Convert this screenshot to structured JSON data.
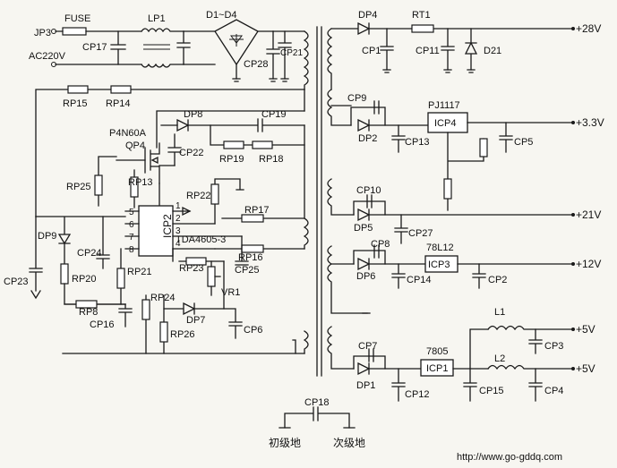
{
  "labels": {
    "fuse": "FUSE",
    "jp3": "JP3",
    "ac": "AC220V",
    "cp17": "CP17",
    "lp1": "LP1",
    "bridge": "D1~D4",
    "cp21": "CP21",
    "cp28": "CP28",
    "rp15": "RP15",
    "rp14": "RP14",
    "p4n60a": "P4N60A",
    "qp4": "QP4",
    "dp8": "DP8",
    "cp19": "CP19",
    "cp22": "CP22",
    "rp19": "RP19",
    "rp18": "RP18",
    "rp25": "RP25",
    "rp13": "RP13",
    "rp22": "RP22",
    "rp17": "RP17",
    "icp2": "ICP2",
    "tda": "TDA4605-3",
    "rp16": "RP16",
    "cp25": "CP25",
    "dp9": "DP9",
    "cp24": "CP24",
    "cp23": "CP23",
    "rp20": "RP20",
    "rp21": "RP21",
    "rp23": "RP23",
    "vr1": "VR1",
    "rp8": "RP8",
    "cp16": "CP16",
    "rp24": "RP24",
    "dp7": "DP7",
    "rp26": "RP26",
    "cp6": "CP6",
    "pin5": "5",
    "pin6": "6",
    "pin7": "7",
    "pin8": "8",
    "pin1": "1",
    "pin2": "2",
    "pin3": "3",
    "pin4": "4",
    "dp4": "DP4",
    "rt1": "RT1",
    "cp1": "CP1",
    "cp11": "CP11",
    "d21": "D21",
    "v28": "+28V",
    "cp9": "CP9",
    "dp2": "DP2",
    "pj1117": "PJ1117",
    "icp4": "ICP4",
    "cp13": "CP13",
    "cp5": "CP5",
    "v33": "+3.3V",
    "cp10": "CP10",
    "dp5": "DP5",
    "cp27": "CP27",
    "v21": "+21V",
    "cp8": "CP8",
    "l78l12": "78L12",
    "icp3": "ICP3",
    "dp6": "DP6",
    "cp14": "CP14",
    "cp2": "CP2",
    "v12": "+12V",
    "l1": "L1",
    "cp7": "CP7",
    "l7805": "7805",
    "icp1": "ICP1",
    "dp1": "DP1",
    "cp12": "CP12",
    "cp15": "CP15",
    "l2": "L2",
    "cp3": "CP3",
    "cp4": "CP4",
    "v5a": "+5V",
    "v5b": "+5V",
    "cp18": "CP18",
    "primary_gnd": "初级地",
    "secondary_gnd": "次级地",
    "url": "http://www.go-gddq.com"
  }
}
